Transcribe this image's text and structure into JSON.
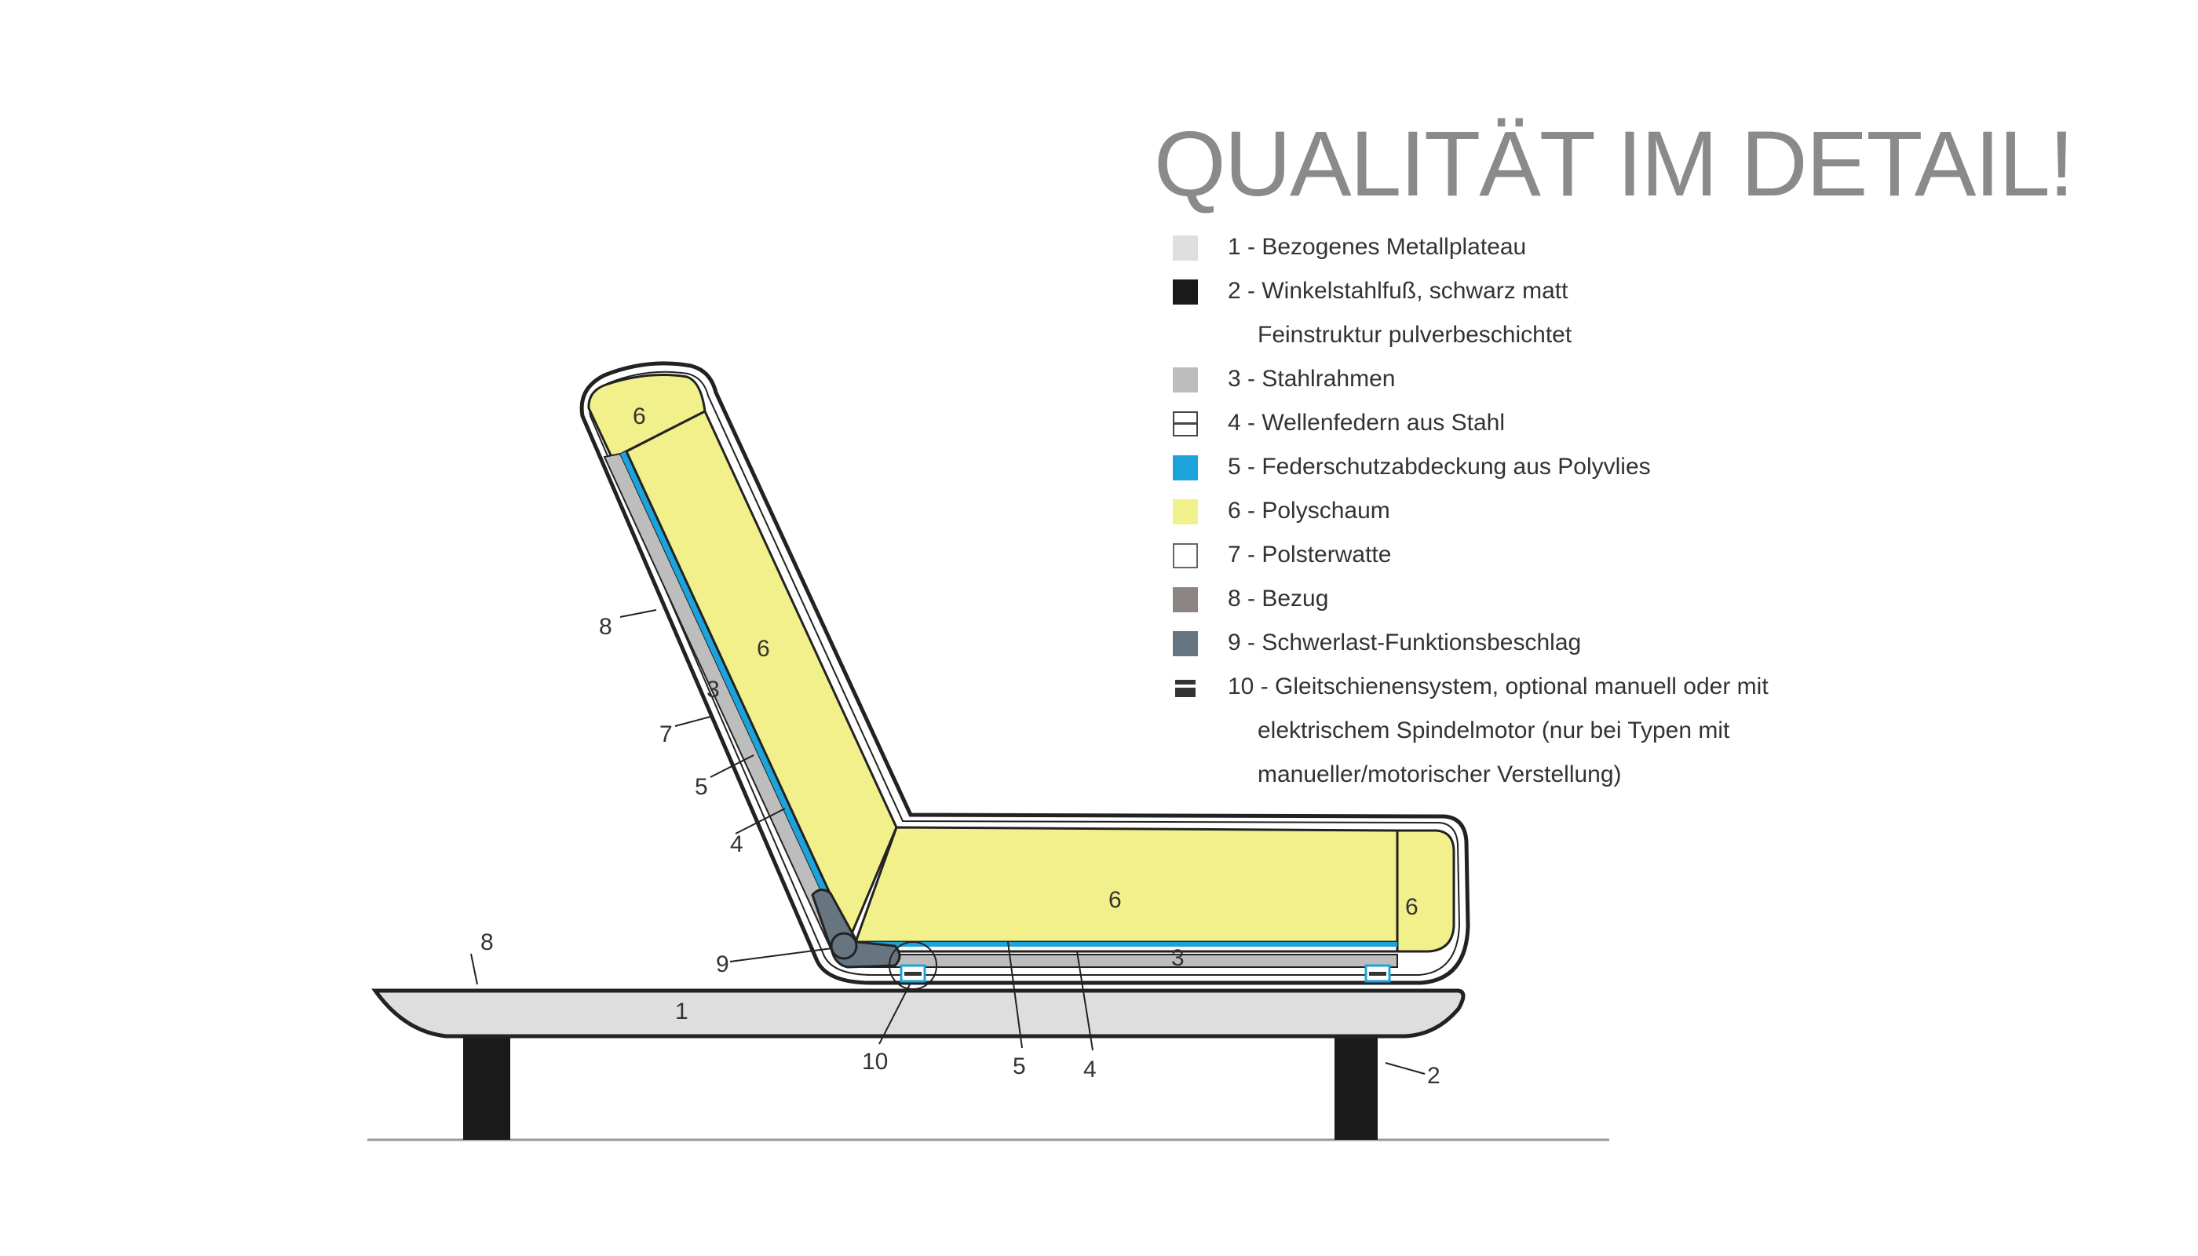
{
  "title": "QUALITÄT IM DETAIL!",
  "legend": [
    {
      "text": "1 - Bezogenes Metallplateau",
      "color": "#dedede",
      "icon": "solid-swatch"
    },
    {
      "text": "2 - Winkelstahlfuß, schwarz matt",
      "cont": "Feinstruktur pulverbeschichtet",
      "color": "#1a1a1a",
      "icon": "solid-swatch"
    },
    {
      "text": "3 - Stahlrahmen",
      "color": "#bdbdbd",
      "icon": "solid-swatch"
    },
    {
      "text": "4 - Wellenfedern aus Stahl",
      "color": "#444444",
      "icon": "striped-swatch"
    },
    {
      "text": "5 - Federschutzabdeckung aus Polyvlies",
      "color": "#1da3dc",
      "icon": "solid-swatch"
    },
    {
      "text": "6 - Polyschaum",
      "color": "#f2f08a",
      "icon": "solid-swatch"
    },
    {
      "text": "7 - Polsterwatte",
      "color": "#ffffff",
      "icon": "outline-swatch"
    },
    {
      "text": "8 - Bezug",
      "color": "#8c8583",
      "icon": "solid-swatch"
    },
    {
      "text": "9 - Schwerlast-Funktionsbeschlag",
      "color": "#667580",
      "icon": "solid-swatch"
    },
    {
      "text": "10 - Gleitschienensystem, optional manuell oder mit",
      "cont": "elektrischem Spindelmotor (nur bei Typen mit",
      "cont2": "manueller/motorischer Verstellung)",
      "color": "#333333",
      "icon": "rail-swatch"
    }
  ],
  "callouts": {
    "n1": "1",
    "n2": "2",
    "n3_back": "3",
    "n3_seat": "3",
    "n4_back": "4",
    "n4_seat": "4",
    "n5_back": "5",
    "n5_seat": "5",
    "n6_top": "6",
    "n6_back": "6",
    "n6_seat": "6",
    "n6_front": "6",
    "n7": "7",
    "n8_back": "8",
    "n8_base": "8",
    "n9": "9",
    "n10": "10"
  }
}
